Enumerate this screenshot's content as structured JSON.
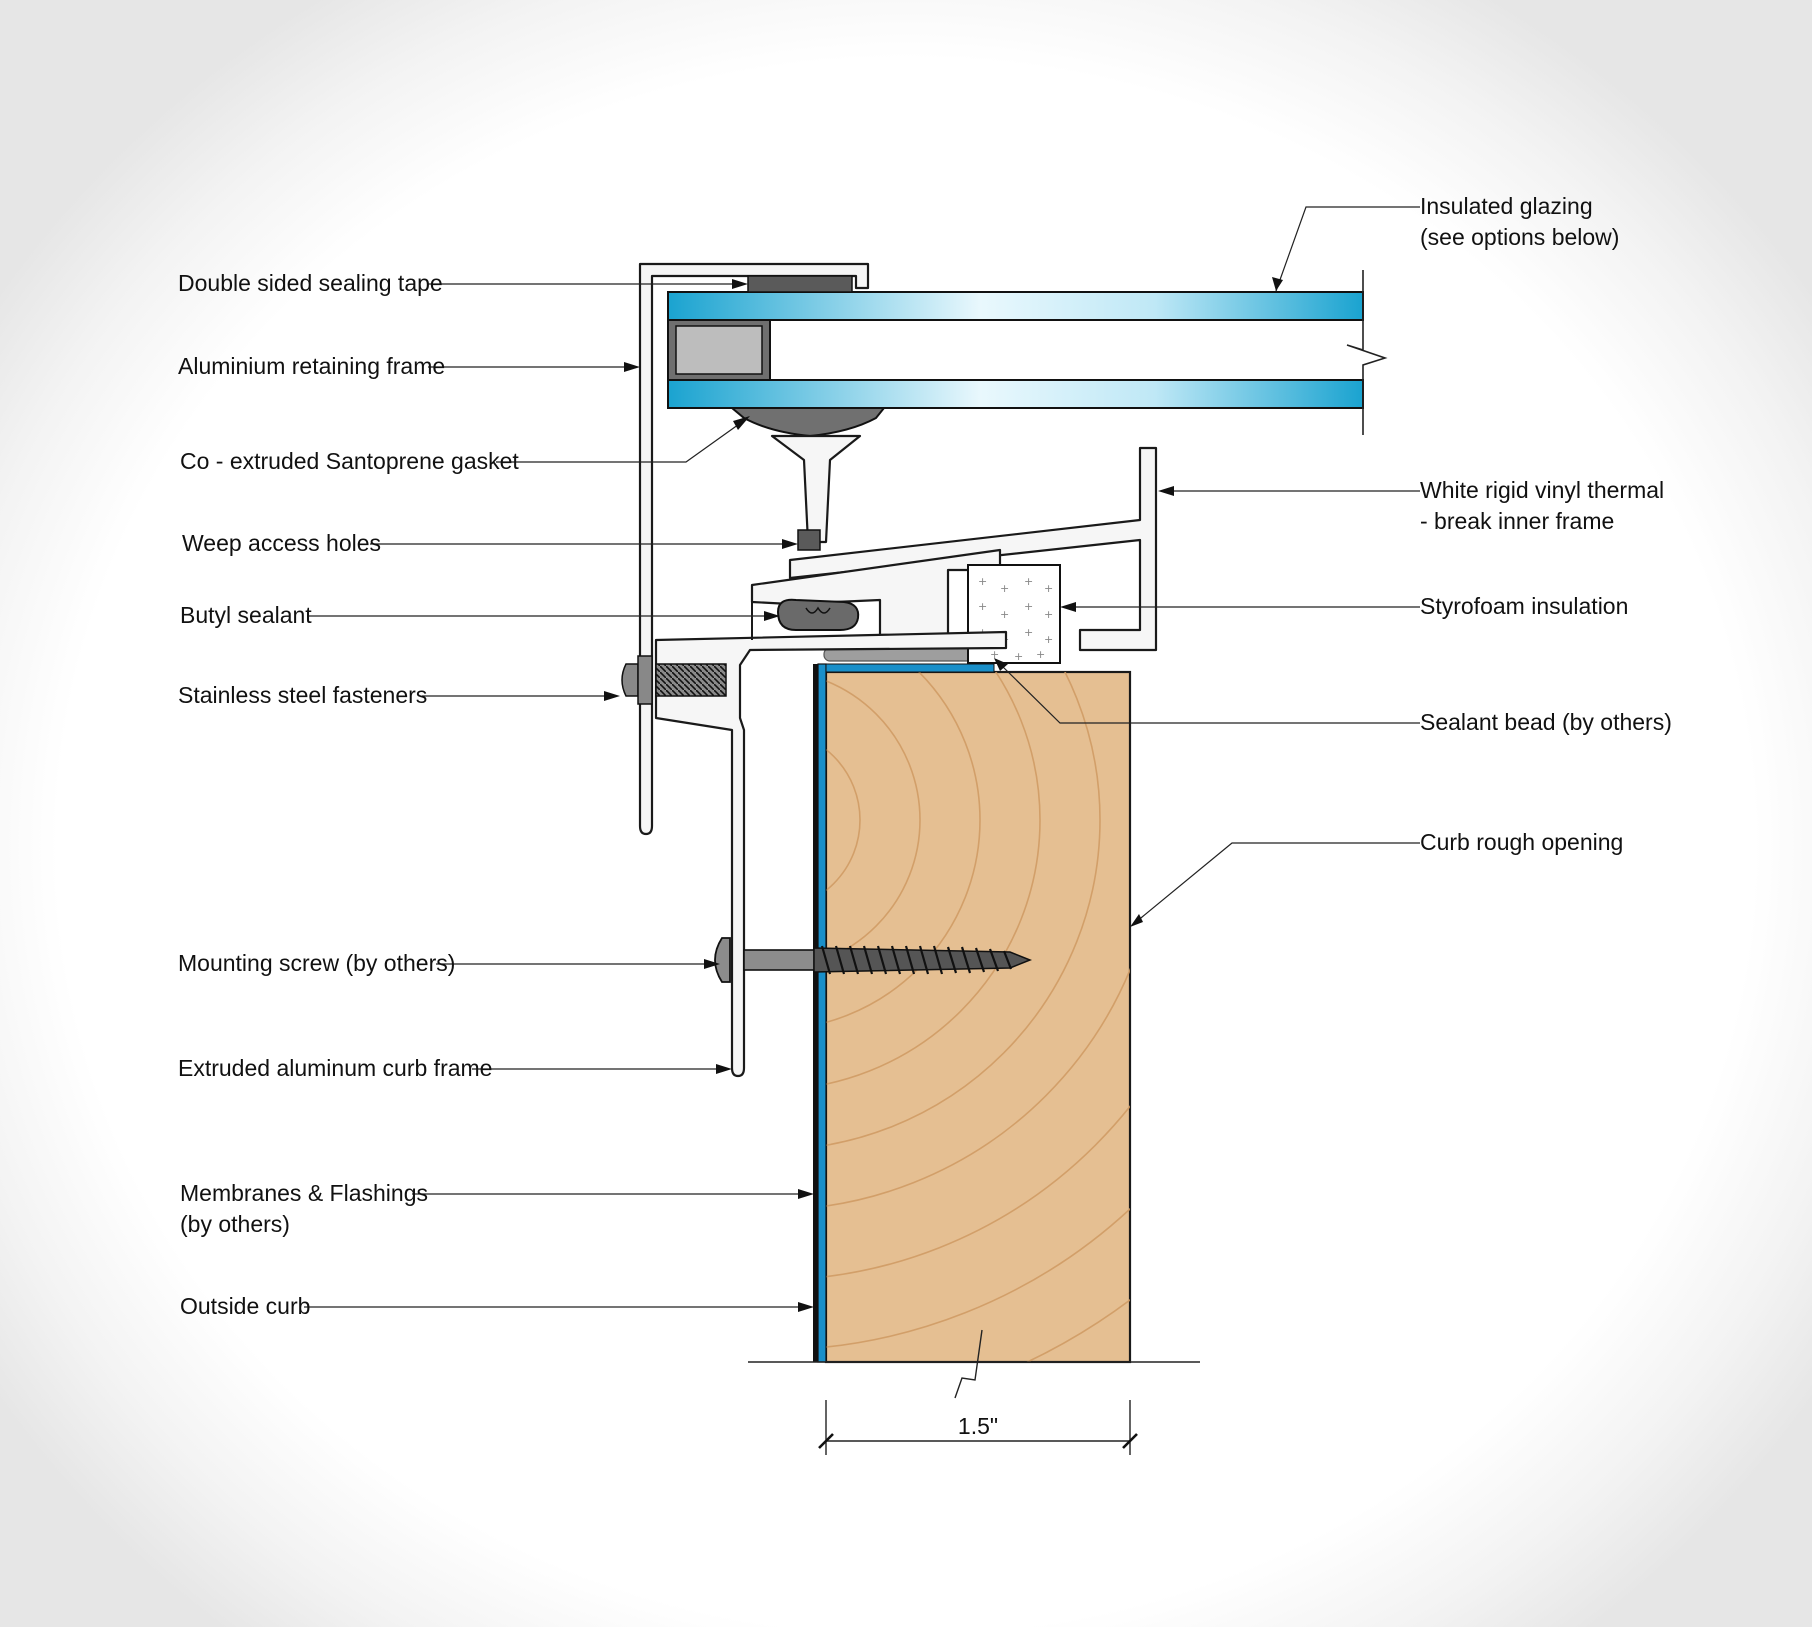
{
  "title": "Curb-mounted skylight section detail",
  "colors": {
    "glass": "#1aa3d0",
    "glass_light": "#e9f8fd",
    "wood": "#e5bf92",
    "wood_grain": "#cf9a63",
    "membrane": "#1a8fc9",
    "sealant": "#9e9e9e",
    "gasket": "#707070"
  },
  "labels": {
    "insulated_glazing_1": "Insulated glazing",
    "insulated_glazing_2": "(see options below)",
    "double_sided_tape": "Double sided sealing tape",
    "aluminium_retaining_frame": "Aluminium retaining frame",
    "santoprene_gasket": "Co - extruded Santoprene gasket",
    "weep_access_holes": "Weep access holes",
    "butyl_sealant": "Butyl sealant",
    "stainless_fasteners": "Stainless  steel  fasteners",
    "white_vinyl_1": "White rigid vinyl thermal",
    "white_vinyl_2": "- break inner frame",
    "styrofoam": "Styrofoam insulation",
    "sealant_bead": "Sealant bead (by others)",
    "curb_rough_opening": "Curb rough opening",
    "mounting_screw": "Mounting screw (by others)",
    "extruded_curb_frame": "Extruded aluminum curb frame",
    "membranes_1": "Membranes & Flashings",
    "membranes_2": "(by others)",
    "outside_curb": "Outside curb"
  },
  "dimension": "1.5\""
}
